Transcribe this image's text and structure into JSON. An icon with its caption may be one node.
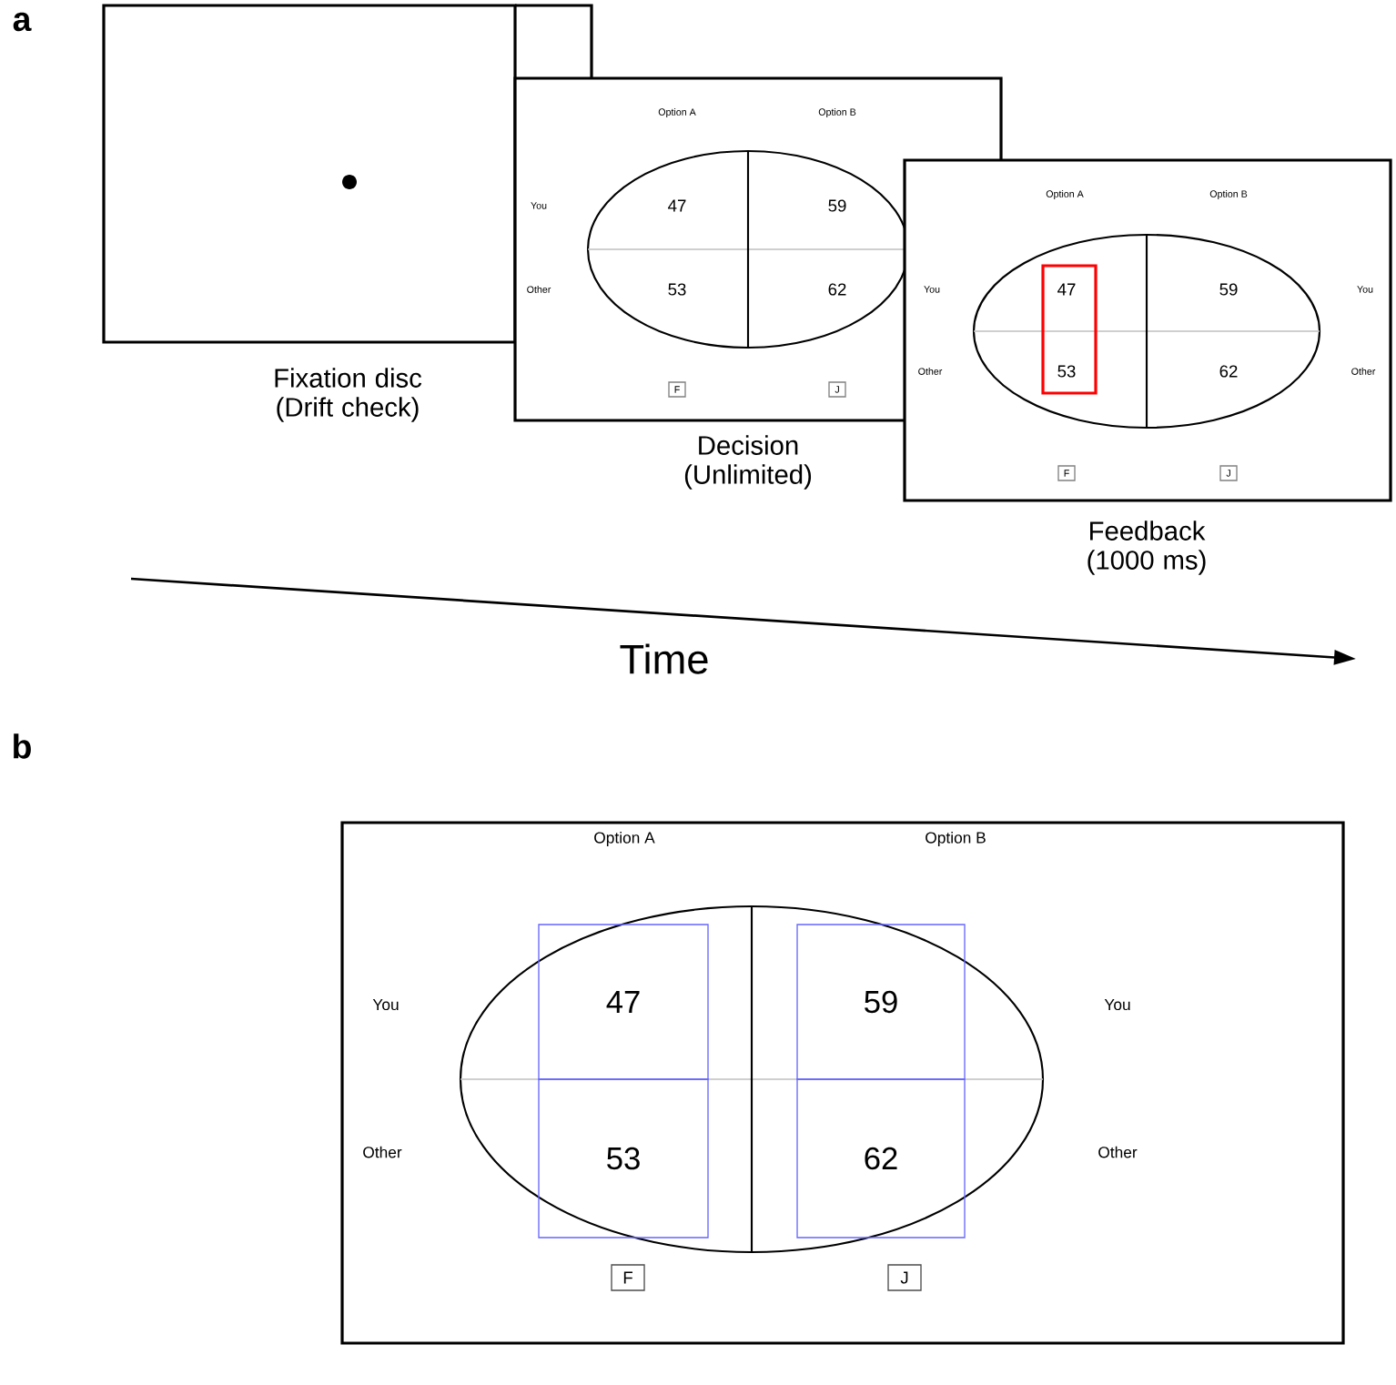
{
  "diagram": {
    "nodes": [
      {
        "text": [],
        "shape": "box",
        "beside": [
          "Fixation disc (Drift check)"
        ]
      },
      {
        "text": [
          "Option A",
          "Option B",
          "You",
          "Other"
        ],
        "beside": [
          "Decision (Unlimited)"
        ]
      },
      {
        "text": [
          "47",
          "59",
          "53",
          "62"
        ],
        "in": 1
      },
      {
        "text": [
          "F"
        ],
        "in": 1
      },
      {
        "text": [
          "J"
        ],
        "in": 1
      },
      {
        "text": [
          "Option A",
          "Option B",
          "You",
          "You",
          "Other",
          "Other"
        ],
        "beside": [
          "Feedback (1000 ms)"
        ]
      },
      {
        "text": [
          "59",
          "62"
        ],
        "in": 5
      },
      {
        "text": [
          "47",
          "53"
        ],
        "in": 6
      },
      {
        "text": [
          "F"
        ],
        "in": 5
      },
      {
        "text": [
          "J"
        ],
        "in": 5
      },
      {
        "text": [
          "Option A",
          "Option B",
          "You",
          "You",
          "Other",
          "Other"
        ]
      },
      {
        "text": [],
        "shape": "ellipse",
        "in": 10
      },
      {
        "text": [
          "47"
        ],
        "in": 11
      },
      {
        "text": [
          "59"
        ],
        "in": 11
      },
      {
        "text": [
          "53"
        ],
        "in": 11
      },
      {
        "text": [
          "62"
        ],
        "in": 11
      },
      {
        "text": [
          "F"
        ],
        "in": 10
      },
      {
        "text": [
          "J"
        ],
        "in": 10
      }
    ],
    "labels": [
      "a",
      "Time",
      "b"
    ]
  }
}
